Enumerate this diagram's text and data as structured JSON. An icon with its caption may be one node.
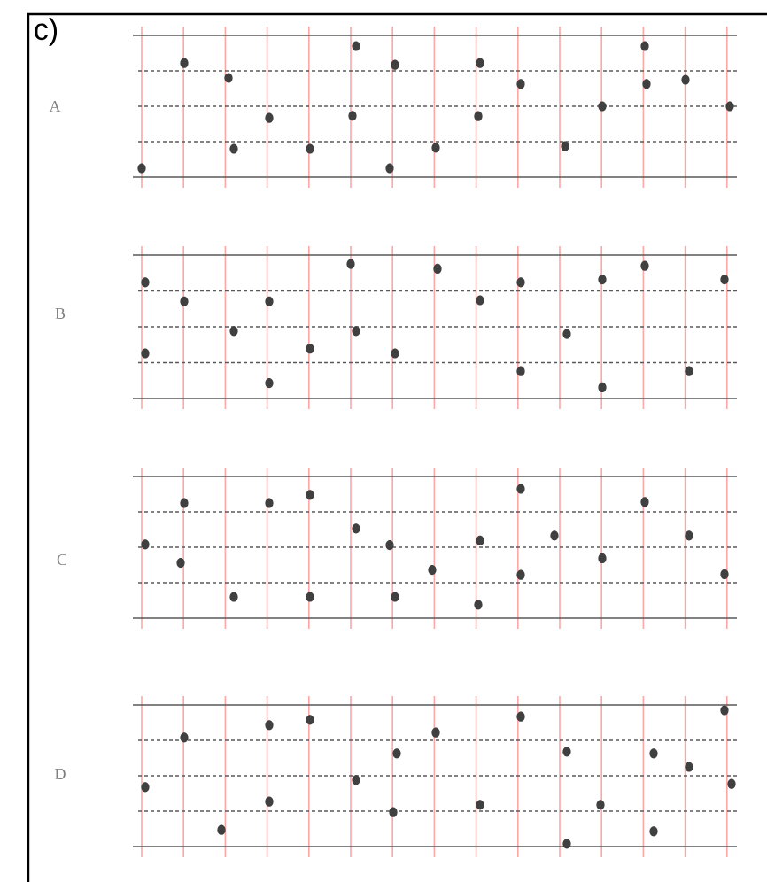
{
  "diagram": {
    "labels": [
      "c)",
      "A",
      "B",
      "C",
      "D"
    ]
  }
}
